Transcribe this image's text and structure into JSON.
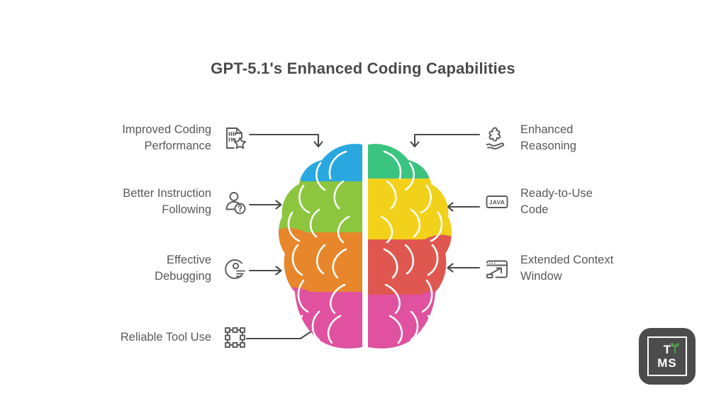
{
  "title": "GPT-5.1's Enhanced Coding Capabilities",
  "theme": {
    "background": "#ffffff",
    "title_color": "#4a4a4a",
    "label_color": "#585858",
    "icon_color": "#58595b",
    "arrow_color": "#4a4a4a",
    "logo_background": "#4c4c4c",
    "logo_foreground": "#ffffff",
    "sprout_green": "#4f9c4f"
  },
  "brain_colors": {
    "left_top": "#29a8df",
    "left_upper_mid": "#8cc63e",
    "left_lower_mid": "#e8862b",
    "left_bottom": "#e0519f",
    "right_top": "#3bc47f",
    "right_upper_mid": "#f2d11a",
    "right_lower_mid": "#e0574f",
    "right_bottom": "#e0519f",
    "stroke": "#ffffff"
  },
  "features": {
    "left": [
      {
        "label": "Improved Coding\nPerformance",
        "icon": "code-document-star-icon",
        "arrow": "elbow-down-right-arrow"
      },
      {
        "label": "Better Instruction\nFollowing",
        "icon": "person-question-icon",
        "arrow": "straight-right-arrow"
      },
      {
        "label": "Effective\nDebugging",
        "icon": "bug-disc-icon",
        "arrow": "straight-right-arrow"
      },
      {
        "label": "Reliable Tool Use",
        "icon": "selection-frame-icon",
        "arrow": "elbow-up-right-arrow"
      }
    ],
    "right": [
      {
        "label": "Enhanced\nReasoning",
        "icon": "hand-puzzle-piece-icon",
        "arrow": "elbow-down-left-arrow"
      },
      {
        "label": "Ready-to-Use\nCode",
        "icon": "java-badge-icon",
        "arrow": "straight-left-arrow"
      },
      {
        "label": "Extended Context\nWindow",
        "icon": "browser-expand-icon",
        "arrow": "straight-left-arrow"
      }
    ]
  },
  "logo": {
    "name": "tms-logo",
    "line1": "T",
    "line2": "MS",
    "sprout_icon": "sprout-icon"
  },
  "central_graphic": {
    "name": "colorful-brain-illustration",
    "description": "Top-down view of a brain split into two hemispheres with color-coded lobes"
  }
}
